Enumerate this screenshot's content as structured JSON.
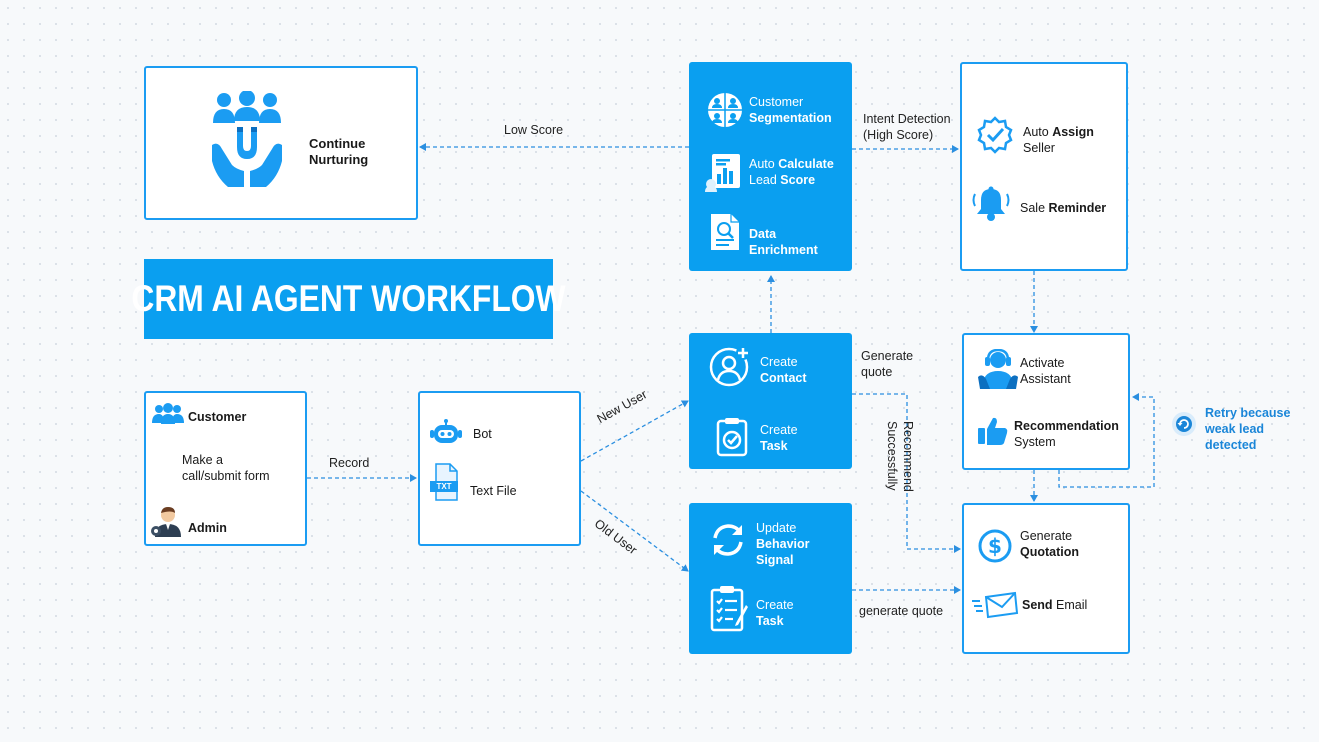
{
  "title": "CRM AI AGENT WORKFLOW",
  "colors": {
    "accent": "#0a9ff0",
    "connector": "#2b8fe0",
    "text": "#1a1a1a"
  },
  "nurture": {
    "line1": "Continue",
    "line2": "Nurturing",
    "icon": "customer-retention-magnet-icon"
  },
  "input_box": {
    "customer": "Customer",
    "action_line1": "Make a",
    "action_line2": "call/submit form",
    "admin": "Admin"
  },
  "capture_box": {
    "bot": "Bot",
    "text_file": "Text File",
    "file_badge": "TXT"
  },
  "enrich_box": {
    "seg_line1": "Customer",
    "seg_line2": "Segmentation",
    "score_line1_a": "Auto ",
    "score_line1_b": "Calculate",
    "score_line2_a": "Lead ",
    "score_line2_b": "Score",
    "data_line1": "Data",
    "data_line2": "Enrichment"
  },
  "assign_box": {
    "assign_line1_a": "Auto ",
    "assign_line1_b": "Assign",
    "assign_line2": "Seller",
    "reminder_a": "Sale ",
    "reminder_b": "Reminder"
  },
  "new_user_box": {
    "contact_line1": "Create",
    "contact_line2": "Contact",
    "task_line1": "Create",
    "task_line2": "Task"
  },
  "old_user_box": {
    "update_line1": "Update",
    "update_line2": "Behavior",
    "update_line3": "Signal",
    "task_line1": "Create",
    "task_line2": "Task"
  },
  "assistant_box": {
    "activate_line1": "Activate",
    "activate_line2": "Assistant",
    "rec_line1": "Recommendation",
    "rec_line2": "System"
  },
  "quotation_box": {
    "gen_line1": "Generate",
    "gen_line2": "Quotation",
    "email_a": "Send ",
    "email_b": "Email"
  },
  "edge_labels": {
    "low_score": "Low Score",
    "intent_line1": "Intent Detection",
    "intent_line2": "(High Score)",
    "record": "Record",
    "new_user": "New User",
    "old_user": "Old User",
    "generate_quote_line1": "Generate",
    "generate_quote_line2": "quote",
    "recommend_line1": "Recommend",
    "recommend_line2": "Successfully",
    "generate_quote_lower": "generate quote",
    "retry_line1": "Retry because",
    "retry_line2": "weak lead",
    "retry_line3": "detected"
  }
}
